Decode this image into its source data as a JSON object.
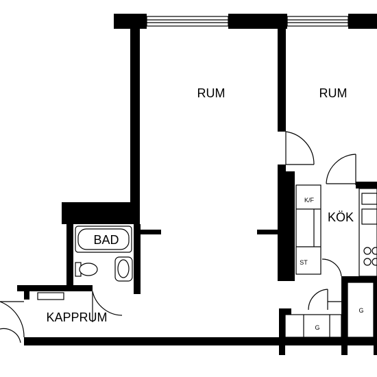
{
  "rooms": {
    "rum_left": "RUM",
    "rum_right": "RUM",
    "kok": "KÖK",
    "bad": "BAD",
    "kapprum": "KAPPRUM"
  },
  "fixtures": {
    "kf": "K/F",
    "st": "ST",
    "g_left": "G",
    "g_right": "G"
  }
}
